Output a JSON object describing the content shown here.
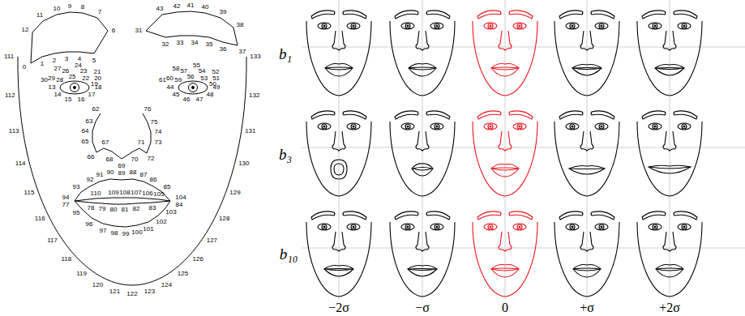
{
  "diagram": {
    "labels": [
      "0",
      "1",
      "2",
      "3",
      "4",
      "5",
      "6",
      "7",
      "8",
      "9",
      "10",
      "11",
      "12",
      "13",
      "14",
      "15",
      "16",
      "17",
      "18",
      "19",
      "20",
      "21",
      "22",
      "23",
      "24",
      "25",
      "26",
      "27",
      "28",
      "29",
      "30",
      "31",
      "32",
      "33",
      "34",
      "35",
      "36",
      "37",
      "38",
      "39",
      "40",
      "41",
      "42",
      "43",
      "44",
      "45",
      "46",
      "47",
      "48",
      "49",
      "50",
      "51",
      "52",
      "53",
      "54",
      "55",
      "56",
      "57",
      "58",
      "59",
      "60",
      "61",
      "62",
      "63",
      "64",
      "65",
      "66",
      "67",
      "68",
      "69",
      "70",
      "71",
      "72",
      "73",
      "74",
      "75",
      "76",
      "77",
      "78",
      "79",
      "80",
      "81",
      "82",
      "83",
      "84",
      "85",
      "86",
      "87",
      "88",
      "89",
      "90",
      "91",
      "92",
      "93",
      "94",
      "95",
      "96",
      "97",
      "98",
      "99",
      "100",
      "101",
      "102",
      "103",
      "104",
      "105",
      "106",
      "107",
      "108",
      "109",
      "110",
      "111",
      "112",
      "113",
      "114",
      "115",
      "116",
      "117",
      "118",
      "119",
      "120",
      "121",
      "122",
      "123",
      "124",
      "125",
      "126",
      "127",
      "128",
      "129",
      "130",
      "131",
      "132",
      "133",
      "b₁",
      "b₃",
      "b₁₀",
      "−2σ",
      "−σ",
      "0",
      "+σ",
      "+2σ"
    ]
  }
}
